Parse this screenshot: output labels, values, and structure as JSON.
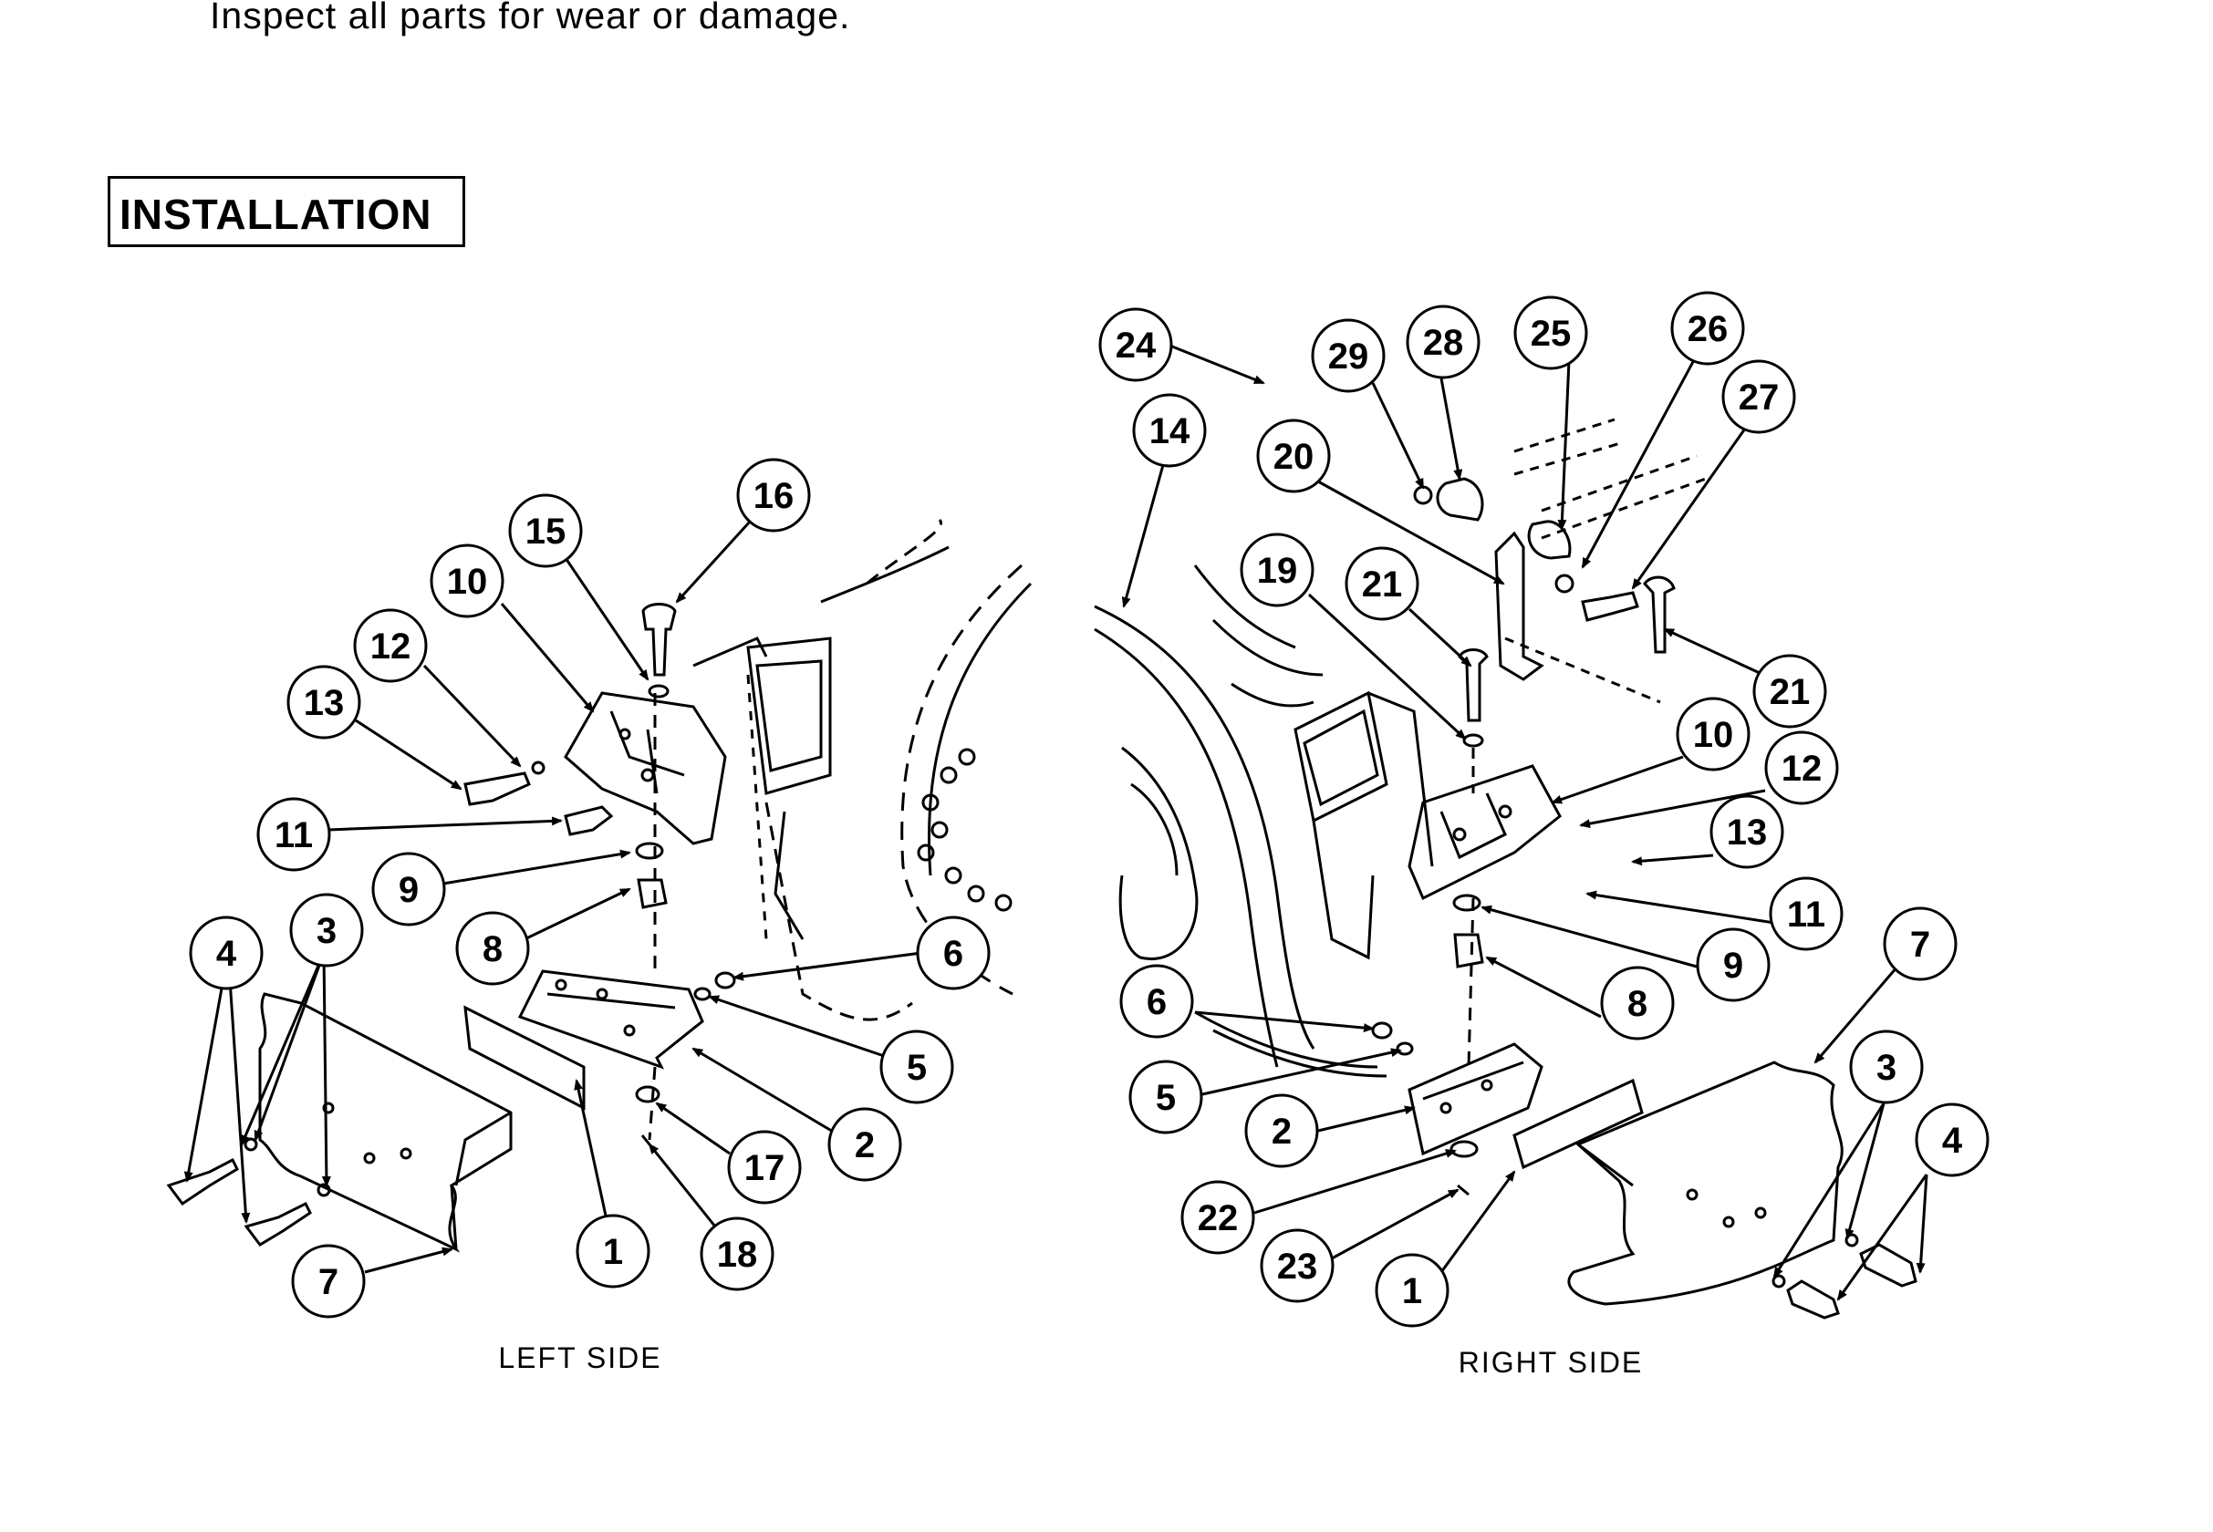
{
  "intro_text": "Inspect all parts for wear or damage.",
  "section_title": "INSTALLATION",
  "captions": {
    "left": "LEFT SIDE",
    "right": "RIGHT SIDE"
  },
  "callouts": {
    "left": [
      "16",
      "15",
      "10",
      "12",
      "13",
      "11",
      "9",
      "8",
      "4",
      "3",
      "6",
      "5",
      "2",
      "17",
      "1",
      "18",
      "7"
    ],
    "right": [
      "24",
      "29",
      "28",
      "25",
      "26",
      "27",
      "14",
      "20",
      "19",
      "21",
      "21",
      "10",
      "12",
      "13",
      "11",
      "9",
      "8",
      "7",
      "6",
      "5",
      "3",
      "4",
      "2",
      "22",
      "23",
      "1"
    ]
  },
  "colors": {
    "ink": "#000000",
    "paper": "#ffffff"
  }
}
